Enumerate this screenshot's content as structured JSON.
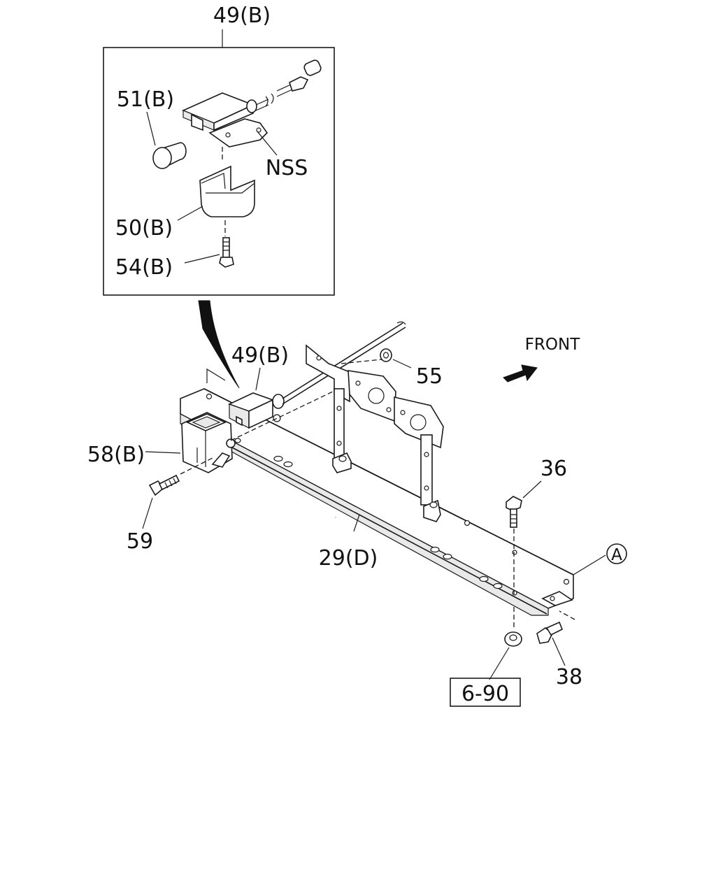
{
  "labels": {
    "top_callout": "49(B)",
    "lamp_bulb": "51(B)",
    "nss": "NSS",
    "lamp_cover": "50(B)",
    "cover_screw": "54(B)",
    "lamp_assembly": "49(B)",
    "nut_55": "55",
    "front": "FRONT",
    "bracket_58": "58(B)",
    "bolt_59": "59",
    "bolt_36": "36",
    "frame_29": "29(D)",
    "ref_a": "A",
    "bolt_38": "38",
    "ref_page": "6-90"
  }
}
